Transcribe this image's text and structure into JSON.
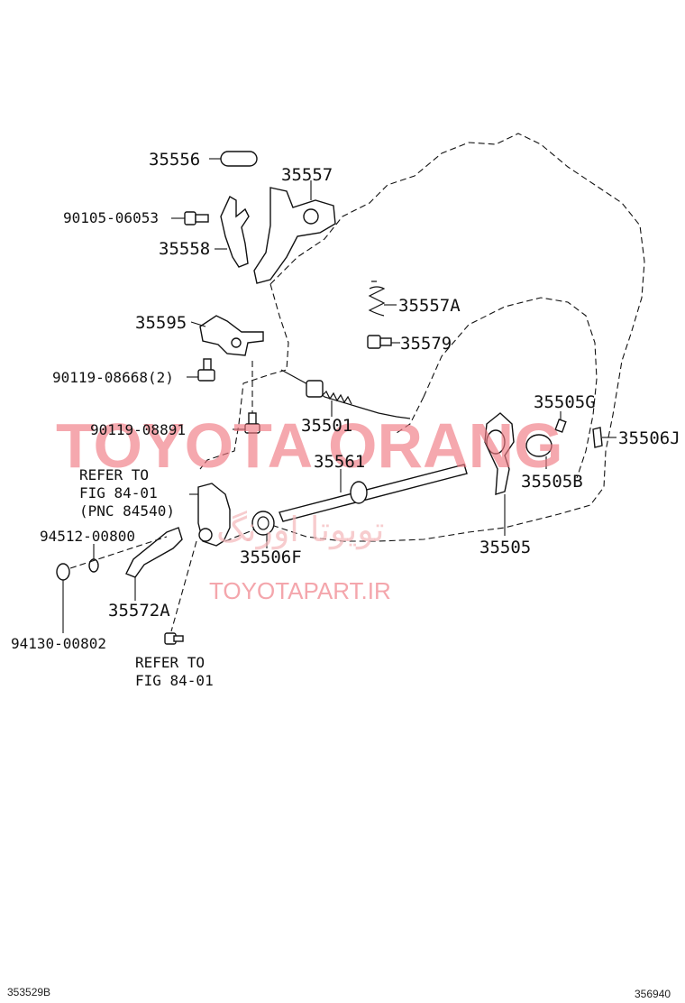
{
  "parts": {
    "p35556": "35556",
    "p35557": "35557",
    "p90105_06053": "90105-06053",
    "p35558": "35558",
    "p35557A": "35557A",
    "p35579": "35579",
    "p35595": "35595",
    "p90119_08668": "90119-08668(2)",
    "p35501": "35501",
    "p90119_08891": "90119-08891",
    "p35505G": "35505G",
    "p35506J": "35506J",
    "p35561": "35561",
    "p35505B": "35505B",
    "p35506F": "35506F",
    "p35505": "35505",
    "p94512_00800": "94512-00800",
    "p35572A": "35572A",
    "p94130_00802": "94130-00802"
  },
  "refs": {
    "ref1_line1": "REFER TO",
    "ref1_line2": "FIG 84-01",
    "ref1_line3": "(PNC 84540)",
    "ref2_line1": "REFER TO",
    "ref2_line2": "FIG 84-01"
  },
  "watermark": {
    "brand": "TOYOTA ORANG",
    "arabic": "تویوتا اورنگ",
    "url": "TOYOTAPART.IR"
  },
  "footer": {
    "left_code": "353529B",
    "right_code": "356940"
  }
}
